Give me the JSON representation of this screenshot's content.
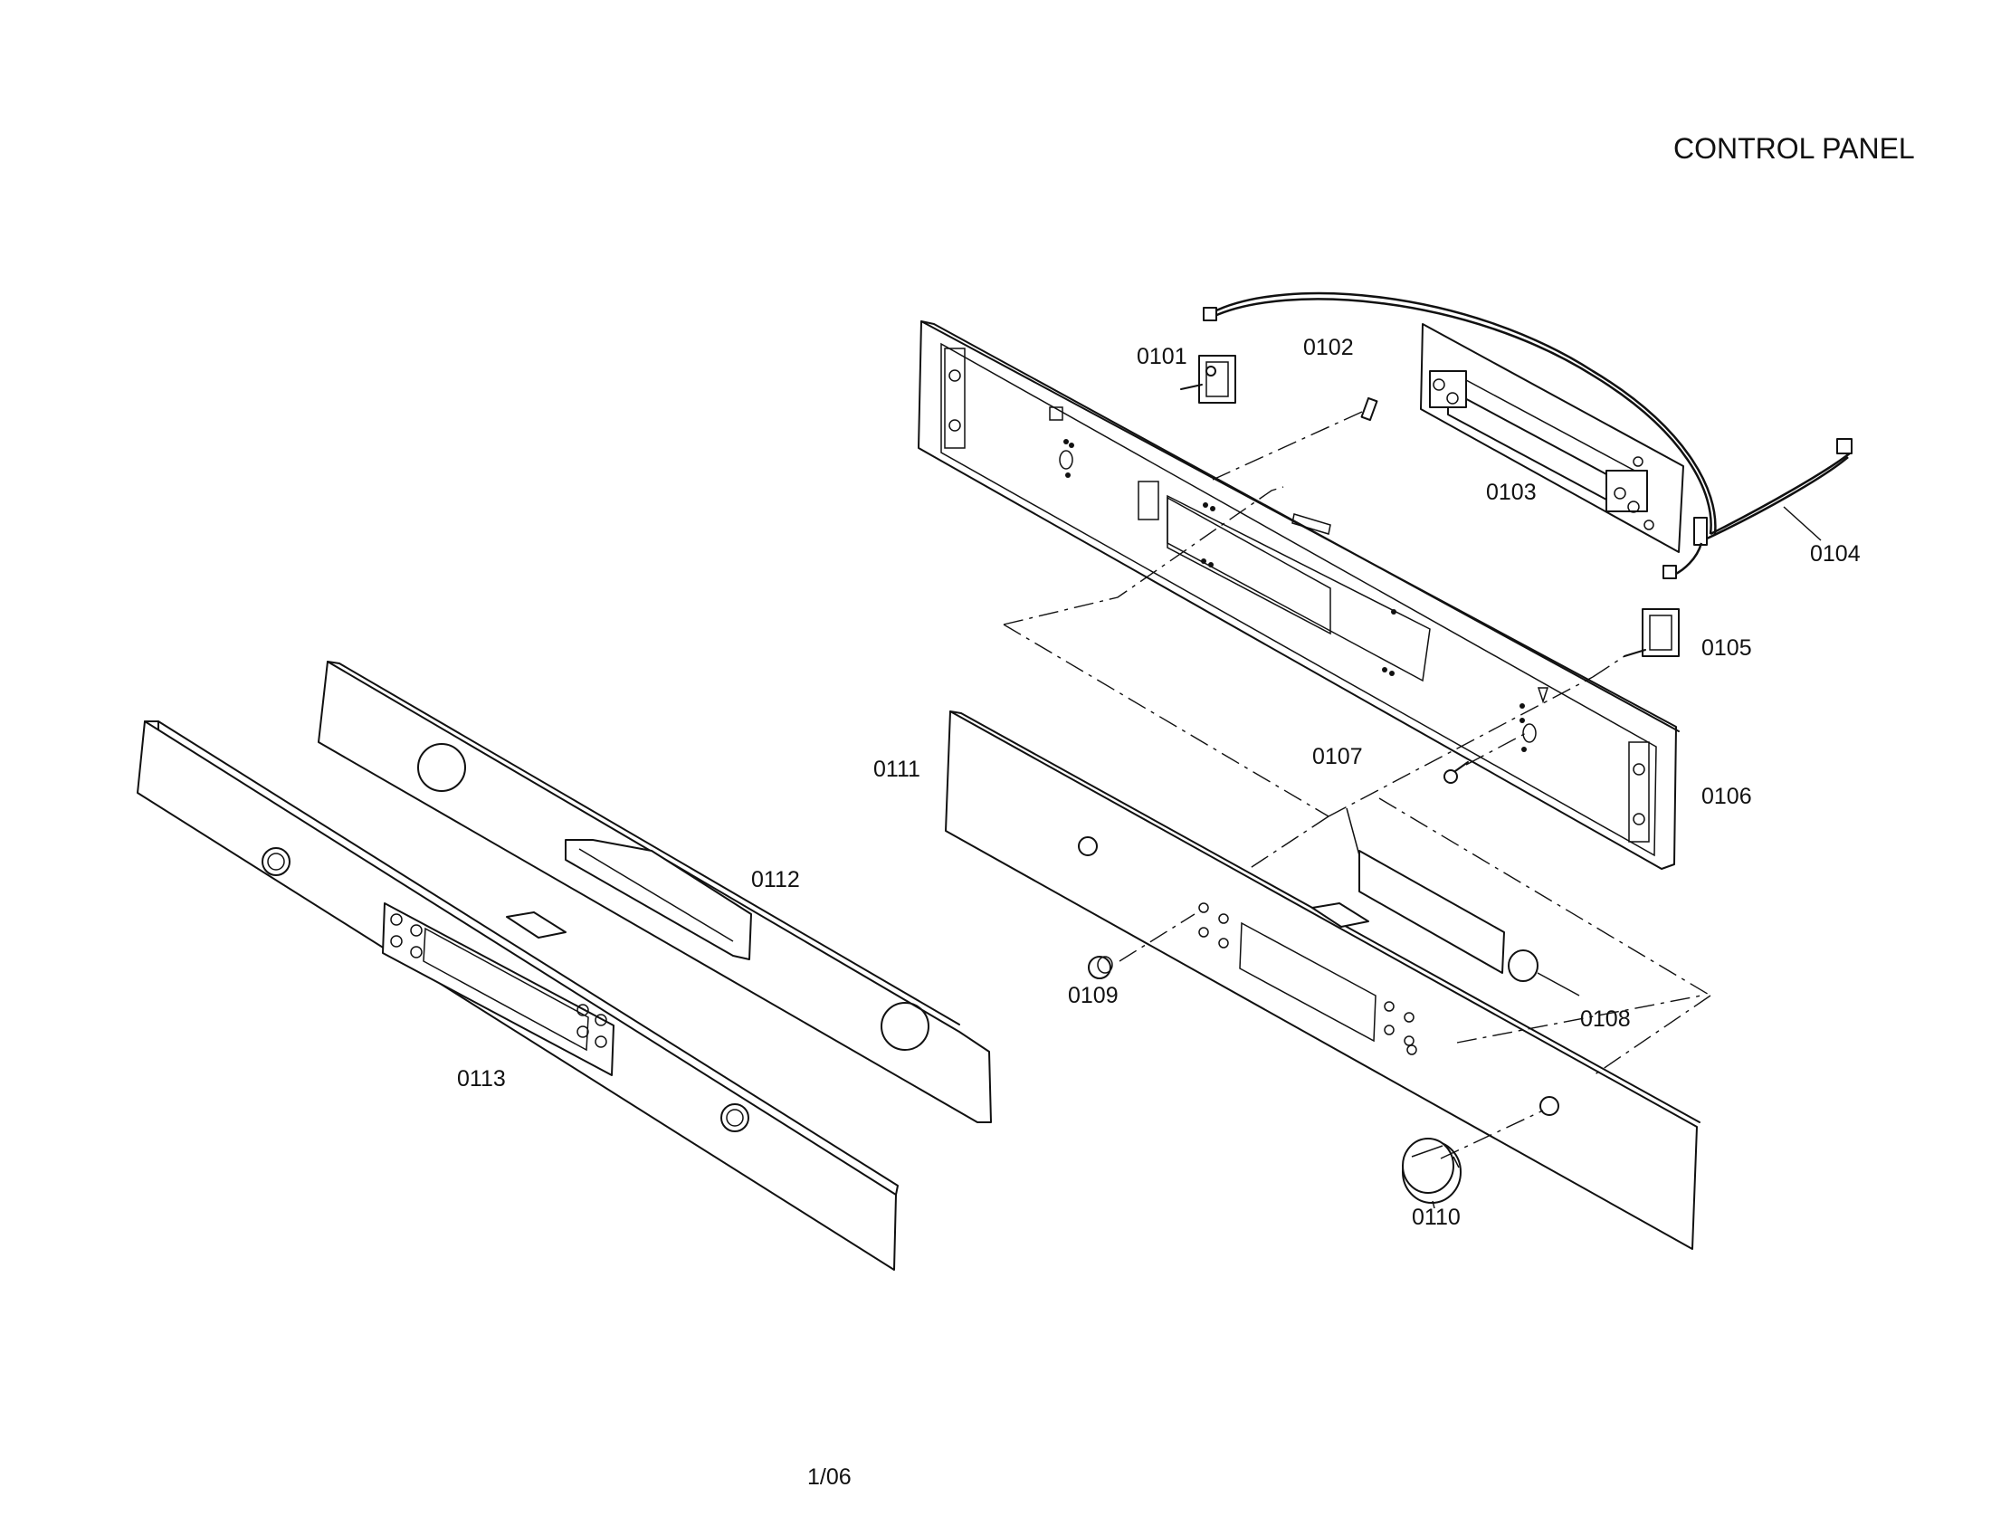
{
  "title": "CONTROL PANEL",
  "page_number": "1/06",
  "parts": [
    {
      "id": "p0101",
      "label": "0101"
    },
    {
      "id": "p0102",
      "label": "0102"
    },
    {
      "id": "p0103",
      "label": "0103"
    },
    {
      "id": "p0104",
      "label": "0104"
    },
    {
      "id": "p0105",
      "label": "0105"
    },
    {
      "id": "p0106",
      "label": "0106"
    },
    {
      "id": "p0107",
      "label": "0107"
    },
    {
      "id": "p0108",
      "label": "0108"
    },
    {
      "id": "p0109",
      "label": "0109"
    },
    {
      "id": "p0110",
      "label": "0110"
    },
    {
      "id": "p0111",
      "label": "0111"
    },
    {
      "id": "p0112",
      "label": "0112"
    },
    {
      "id": "p0113",
      "label": "0113"
    }
  ]
}
